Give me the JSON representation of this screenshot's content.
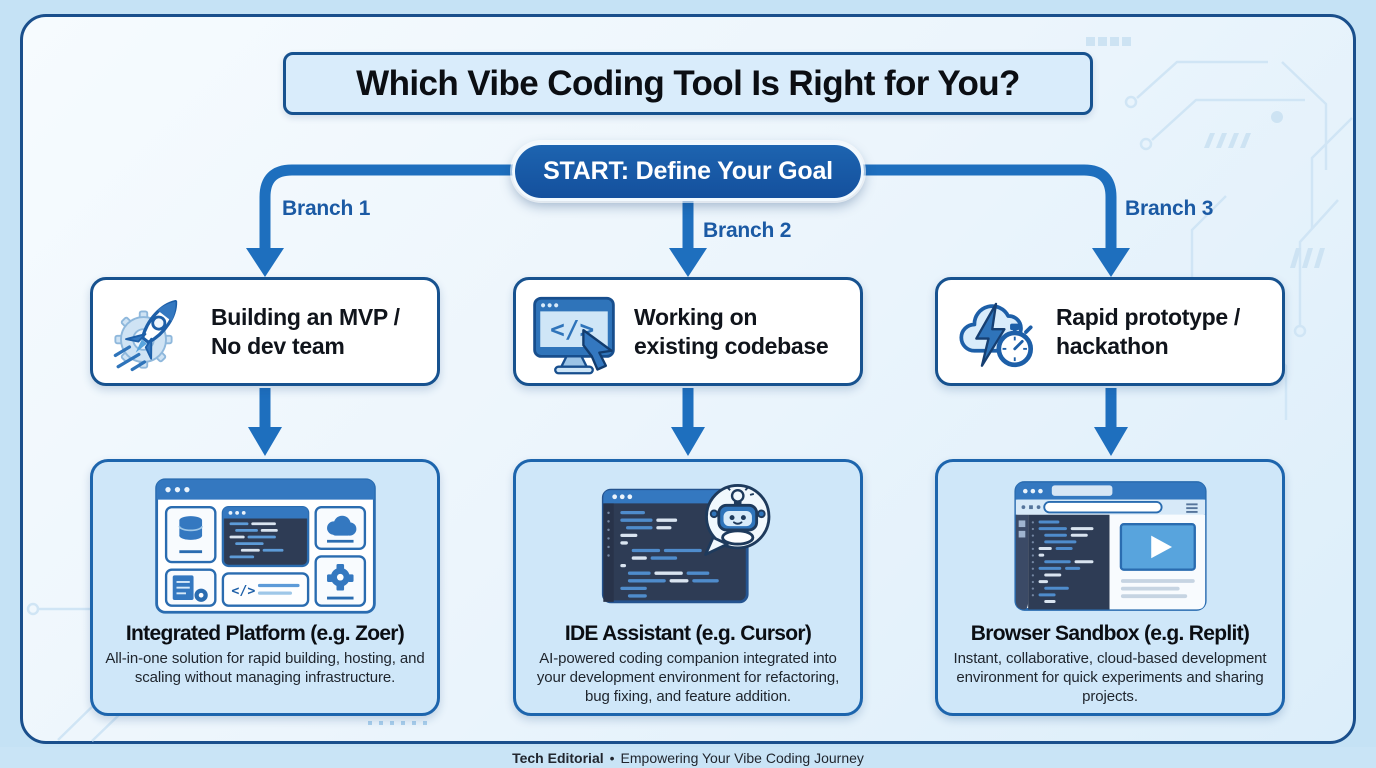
{
  "palette": {
    "outer_background": "#c5e2f5",
    "panel_border": "#1a4f8c",
    "arrow_blue": "#1e6fbe",
    "start_pill_blue": "#14509d",
    "branch_label_blue": "#1b5aa4",
    "title_box_fill": "#d9ecfb",
    "decision_fill": "#ffffff",
    "result_fill": "#cfe7f9",
    "circuit_line": "#cfe5f5"
  },
  "title": {
    "text": "Which Vibe Coding Tool Is Right for You?"
  },
  "start": {
    "label": "START: Define Your Goal"
  },
  "branches": [
    {
      "label": "Branch 1",
      "decision": {
        "icon": "rocket-gear-icon",
        "line1": "Building an MVP /",
        "line2": "No dev team"
      },
      "result": {
        "illustration": "platform-dashboard-illustration",
        "title": "Integrated Platform (e.g. Zoer)",
        "description": "All-in-one solution for rapid building, hosting, and scaling without managing infrastructure."
      }
    },
    {
      "label": "Branch 2",
      "decision": {
        "icon": "code-monitor-icon",
        "line1": "Working on",
        "line2": "existing codebase"
      },
      "result": {
        "illustration": "code-editor-robot-illustration",
        "title": "IDE Assistant (e.g. Cursor)",
        "description": "AI-powered coding companion integrated into your development environment for refactoring, bug fixing, and feature addition."
      }
    },
    {
      "label": "Branch 3",
      "decision": {
        "icon": "cloud-bolt-stopwatch-icon",
        "line1": "Rapid prototype /",
        "line2": "hackathon"
      },
      "result": {
        "illustration": "browser-preview-illustration",
        "title": "Browser Sandbox (e.g. Replit)",
        "description": "Instant, collaborative, cloud-based development environment for quick experiments and sharing projects."
      }
    }
  ],
  "footer": {
    "brand": "Tech Editorial",
    "separator": "•",
    "tagline": "Empowering Your Vibe Coding Journey"
  }
}
